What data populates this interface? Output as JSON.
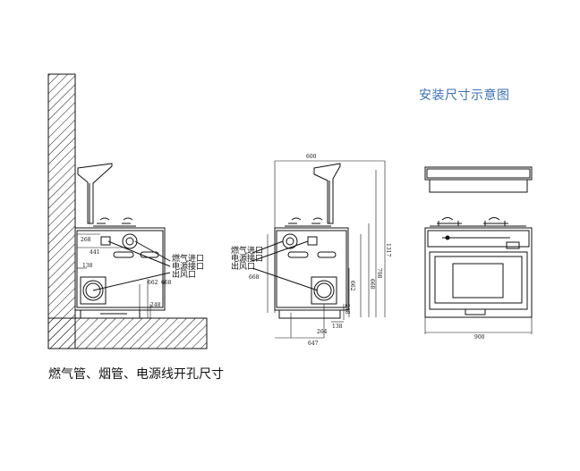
{
  "title": "安装尺寸示意图",
  "caption": "燃气管、烟管、电源线开孔尺寸",
  "labels": {
    "gas_inlet": "燃气进口",
    "power_inlet": "电源接口",
    "air_outlet": "出风口"
  },
  "left_view": {
    "dims": [
      "268",
      "441",
      "138",
      "662",
      "668",
      "248"
    ]
  },
  "middle_view": {
    "dims": [
      "600",
      "1317",
      "798",
      "668",
      "662",
      "248",
      "668",
      "138",
      "264",
      "647"
    ]
  },
  "right_view": {
    "dims": [
      "900"
    ]
  },
  "colors": {
    "title": "#3c6fb4",
    "line": "#111111"
  }
}
